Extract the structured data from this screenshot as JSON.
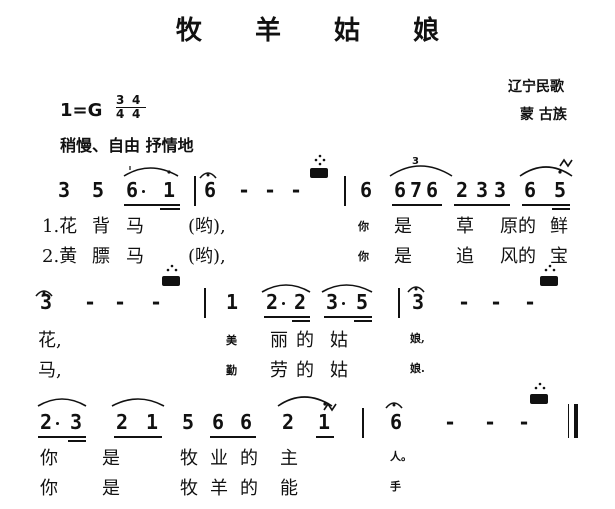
{
  "title": "牧 羊 姑 娘",
  "origin": "辽宁民歌",
  "ethnicity": "蒙 古族",
  "key": "1=G",
  "meter_a": "3/4",
  "meter_b": "4/4",
  "meter_a_top": "3",
  "meter_a_bottom": "4",
  "meter_b_top": "4",
  "meter_b_bottom": "4",
  "tempo": "稍慢、自由  抒情地",
  "lines": [
    {
      "notes": [
        "3",
        "5",
        "6",
        "1",
        "6",
        "-",
        "-",
        "-",
        "6",
        "6",
        "7",
        "6",
        "2",
        "3",
        "3",
        "6",
        "5"
      ],
      "v1": [
        "1.花",
        "背",
        "马",
        "(哟),",
        "你",
        "是",
        "草",
        "原的",
        "鲜"
      ],
      "v2": [
        "2.黄",
        "膘",
        "马",
        "(哟),",
        "你",
        "是",
        "追",
        "风的",
        "宝"
      ],
      "triplet": "3"
    },
    {
      "notes": [
        "3",
        "-",
        "-",
        "-",
        "1",
        "2",
        "2",
        "3",
        "5",
        "3",
        "-",
        "-",
        "-"
      ],
      "v1": [
        "花,",
        "美",
        "丽",
        "的",
        "姑",
        "娘,"
      ],
      "v2": [
        "马,",
        "勤",
        "劳",
        "的",
        "姑",
        "娘."
      ]
    },
    {
      "notes": [
        "2",
        "3",
        "2",
        "1",
        "5",
        "6",
        "6",
        "2",
        "1",
        "6",
        "-",
        "-",
        "-"
      ],
      "v1": [
        "你",
        "是",
        "牧",
        "业",
        "的",
        "主",
        "人。"
      ],
      "v2": [
        "你",
        "是",
        "牧",
        "羊",
        "的",
        "能",
        "手"
      ]
    }
  ]
}
